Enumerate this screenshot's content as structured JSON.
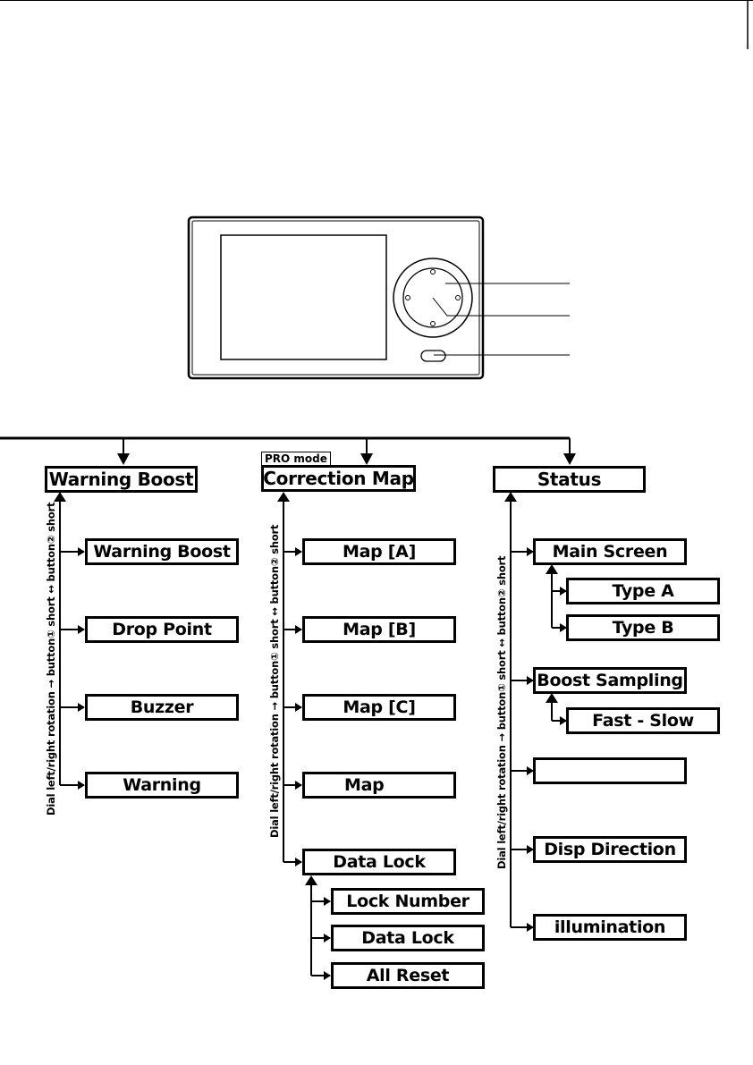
{
  "device": {
    "name": "controller-unit",
    "parts": [
      "display-screen",
      "dial",
      "dial-center-button",
      "button"
    ]
  },
  "pro_mode_tag": "PRO mode",
  "rotation_label": "Dial left/right rotation → button① short ↔ button② short",
  "menus": [
    {
      "title": "Warning Boost",
      "items": [
        {
          "label": "Warning Boost"
        },
        {
          "label": "Drop Point"
        },
        {
          "label": "Buzzer"
        },
        {
          "label": "Warning"
        }
      ]
    },
    {
      "title": "Correction Map",
      "items": [
        {
          "label": "Map [A]"
        },
        {
          "label": "Map [B]"
        },
        {
          "label": "Map [C]"
        },
        {
          "label": "Map"
        },
        {
          "label": "Data Lock",
          "children": [
            "Lock Number",
            "Data Lock",
            "All Reset"
          ]
        }
      ]
    },
    {
      "title": "Status",
      "items": [
        {
          "label": "Main Screen",
          "children": [
            "Type A",
            "Type B"
          ]
        },
        {
          "label": "Boost Sampling",
          "children": [
            "Fast - Slow"
          ]
        },
        {
          "label": ""
        },
        {
          "label": "Disp Direction"
        },
        {
          "label": "illumination"
        }
      ]
    }
  ]
}
